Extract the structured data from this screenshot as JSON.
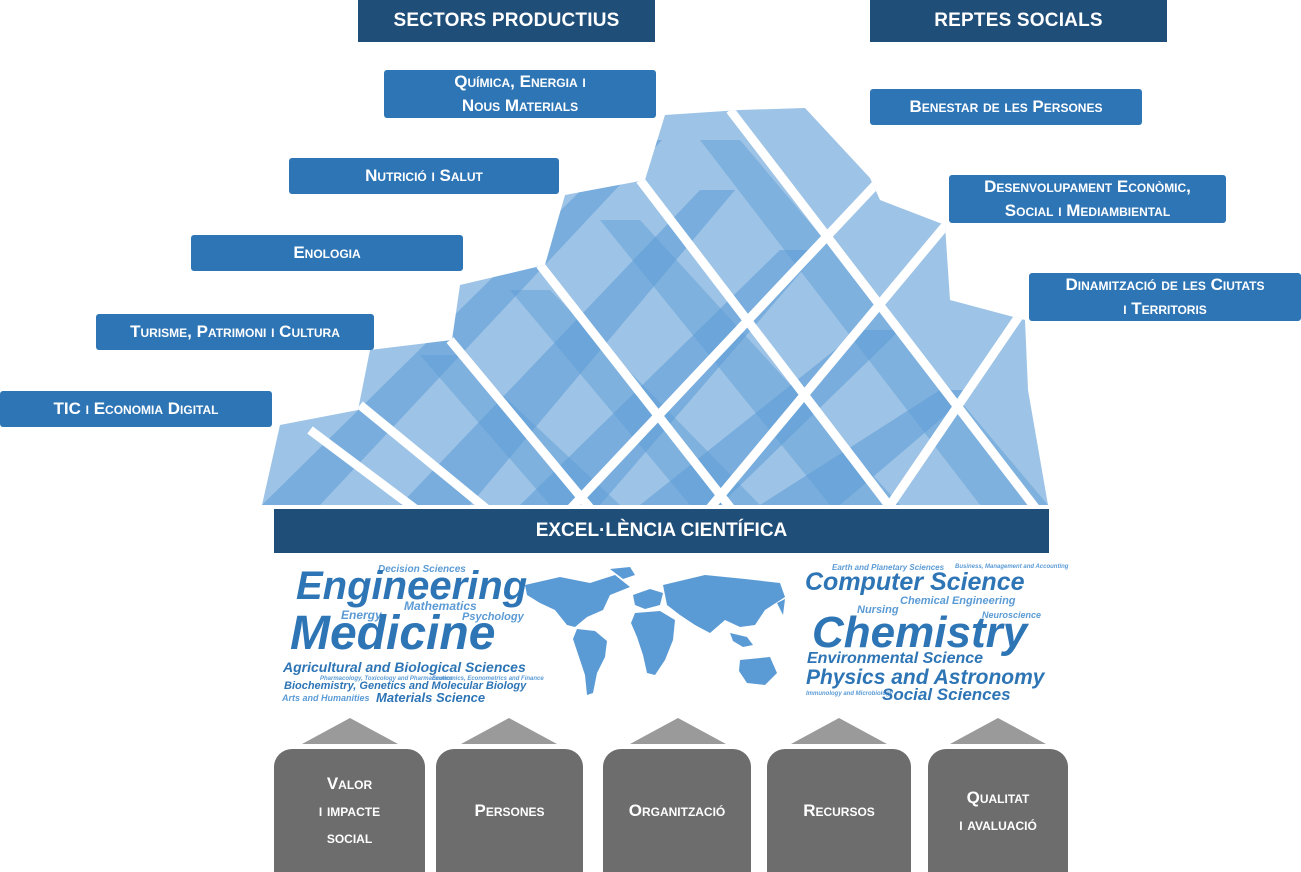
{
  "headers": {
    "sectors": "SECTORS PRODUCTIUS",
    "challenges": "REPTES SOCIALS"
  },
  "sectors": [
    "Química, Energia i\nNous Materials",
    "Nutrició i Salut",
    "Enologia",
    "Turisme, Patrimoni i Cultura",
    "TIC i Economia Digital"
  ],
  "challenges": [
    "Benestar de les Persones",
    "Desenvolupament Econòmic,\nSocial i Mediambiental",
    "Dinamització de les Ciutats\ni Territoris"
  ],
  "excellence": "EXCEL·LÈNCIA CIENTÍFICA",
  "wordcloud_left": {
    "decision": "Decision Sciences",
    "engineering": "Engineering",
    "mathematics": "Mathematics",
    "energy": "Energy",
    "psychology": "Psychology",
    "medicine": "Medicine",
    "agricultural": "Agricultural and Biological Sciences",
    "pharmacology": "Pharmacology, Toxicology and Pharmaceutics",
    "economics": "Economics, Econometrics and Finance",
    "biochemistry": "Biochemistry, Genetics and Molecular Biology",
    "arts": "Arts and Humanities",
    "materials": "Materials Science"
  },
  "wordcloud_right": {
    "earth": "Earth and Planetary Sciences",
    "business": "Business, Management and Accounting",
    "computer": "Computer Science",
    "chemical": "Chemical Engineering",
    "nursing": "Nursing",
    "neuroscience": "Neuroscience",
    "chemistry": "Chemistry",
    "environmental": "Environmental Science",
    "physics": "Physics and Astronomy",
    "immunology": "Immunology and Microbiology",
    "social": "Social Sciences"
  },
  "pillars": [
    "Valor\ni impacte\nsocial",
    "Persones",
    "Organització",
    "Recursos",
    "Qualitat\ni avaluació"
  ],
  "colors": {
    "dark_blue": "#1f4e79",
    "mid_blue": "#2e75b6",
    "light_blue": "#9dc3e6",
    "gray": "#6d6d6d"
  }
}
